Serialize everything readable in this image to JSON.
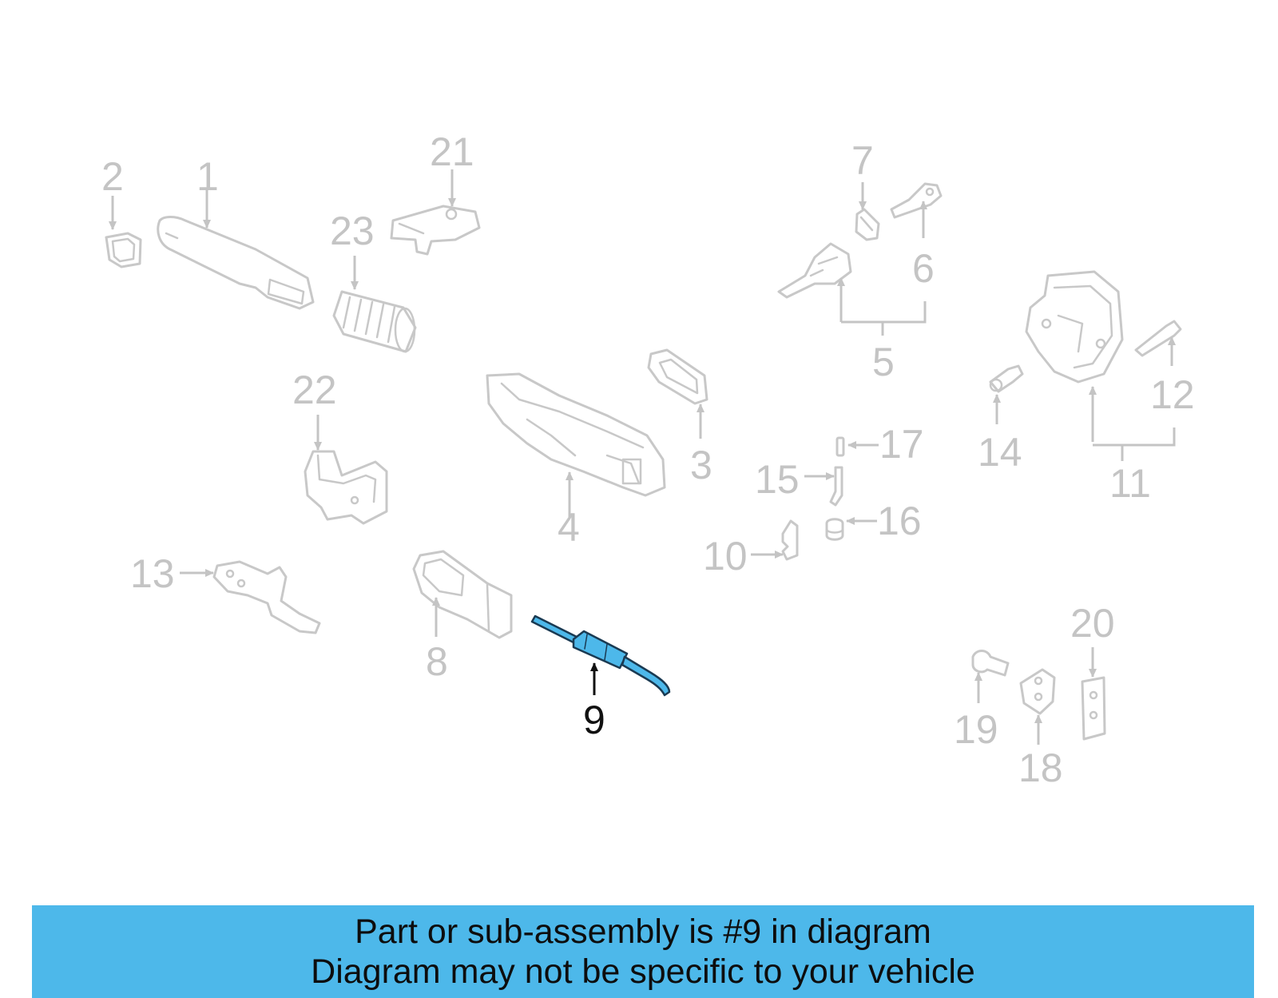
{
  "diagram": {
    "callouts": {
      "c1": "1",
      "c2": "2",
      "c3": "3",
      "c4": "4",
      "c5": "5",
      "c6": "6",
      "c7": "7",
      "c8": "8",
      "c9": "9",
      "c10": "10",
      "c11": "11",
      "c12": "12",
      "c13": "13",
      "c14": "14",
      "c15": "15",
      "c16": "16",
      "c17": "17",
      "c18": "18",
      "c19": "19",
      "c20": "20",
      "c21": "21",
      "c22": "22",
      "c23": "23"
    },
    "highlighted_part": "9",
    "colors": {
      "highlight": "#4db8ea",
      "faded": "#c4c4c4",
      "active_label": "#111111",
      "banner": "#4db8ea"
    }
  },
  "banner": {
    "line1": "Part or sub-assembly is #9 in diagram",
    "line2": "Diagram may not be specific to your vehicle"
  }
}
